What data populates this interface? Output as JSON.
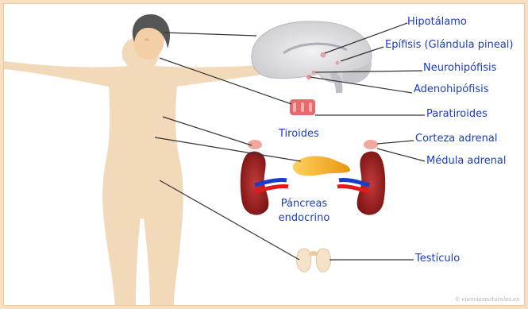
{
  "labels": {
    "hipotalamo": "Hipotálamo",
    "epifisis": "Epífisis (Glándula pineal)",
    "neurohipofisis": "Neurohipófisis",
    "adenohipofisis": "Adenohipófisis",
    "paratiroides": "Paratiroides",
    "tiroides": "Tiroides",
    "corteza_adrenal": "Corteza adrenal",
    "medula_adrenal": "Médula adrenal",
    "pancreas_line1": "Páncreas",
    "pancreas_line2": "endocrino",
    "testiculo": "Testículo"
  },
  "credit": "© cienciasnaturales.es",
  "colors": {
    "label": "#1a3cc8",
    "body": "#f0d2ae",
    "hair": "#555555",
    "kidney": "#8b1a1a",
    "pancreas": "#f2a818",
    "thyroid": "#e05a5a",
    "brain": "#d4d4d8",
    "background": "#f7e0c2"
  }
}
